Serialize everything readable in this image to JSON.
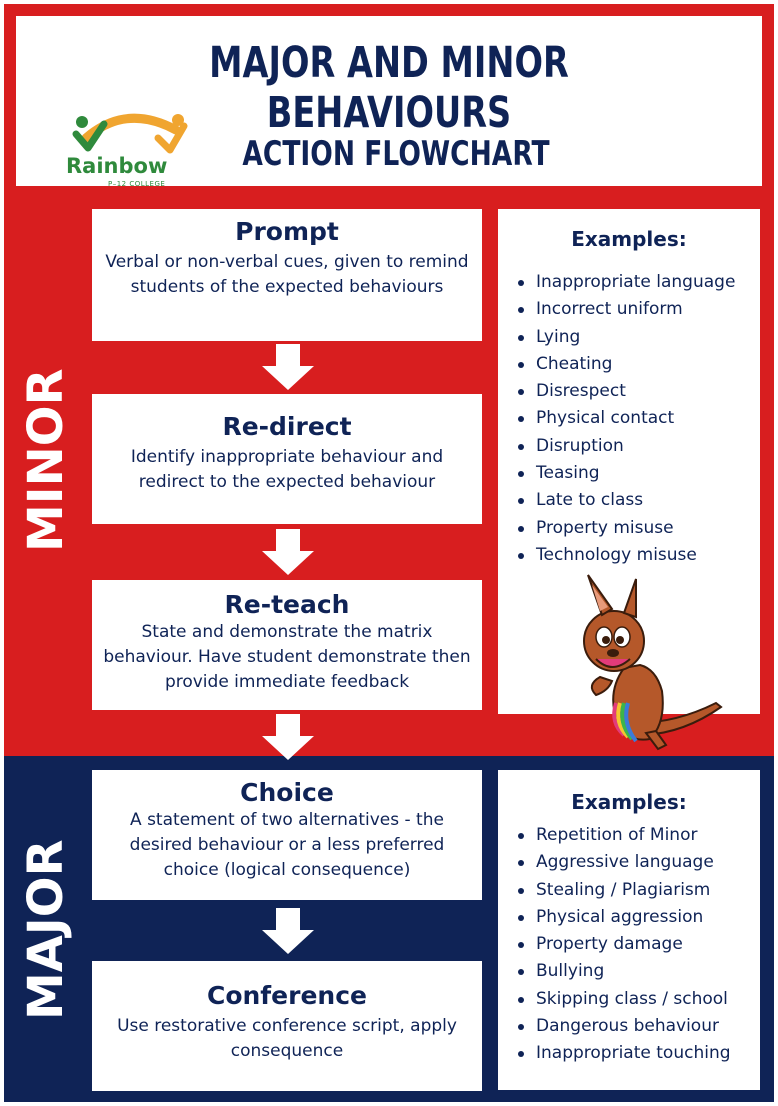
{
  "header": {
    "title": "MAJOR AND MINOR BEHAVIOURS",
    "subtitle": "ACTION FLOWCHART",
    "logo": {
      "name": "Rainbow",
      "sub": "P–12 COLLEGE"
    }
  },
  "colors": {
    "red": "#d81e1f",
    "navy": "#0f2356",
    "logo_green": "#2f8a3c",
    "logo_orange": "#f0a530"
  },
  "minor": {
    "label": "MINOR",
    "steps": [
      {
        "title": "Prompt",
        "description": "Verbal or non-verbal cues, given to remind students of the expected behaviours"
      },
      {
        "title": "Re-direct",
        "description": "Identify inappropriate behaviour and redirect to the expected behaviour"
      },
      {
        "title": "Re-teach",
        "description": "State and demonstrate the matrix behaviour. Have student demonstrate then provide immediate feedback"
      }
    ],
    "examples_heading": "Examples:",
    "examples": [
      "Inappropriate language",
      "Incorrect uniform",
      "Lying",
      "Cheating",
      "Disrespect",
      "Physical contact",
      "Disruption",
      "Teasing",
      "Late to class",
      "Property misuse",
      "Technology misuse"
    ]
  },
  "major": {
    "label": "MAJOR",
    "steps": [
      {
        "title": "Choice",
        "description": "A statement of two alternatives - the desired behaviour or a less preferred choice (logical consequence)"
      },
      {
        "title": "Conference",
        "description": "Use restorative conference script, apply consequence"
      }
    ],
    "examples_heading": "Examples:",
    "examples": [
      "Repetition of Minor",
      "Aggressive language",
      "Stealing / Plagiarism",
      "Physical aggression",
      "Property damage",
      "Bullying",
      "Skipping class / school",
      "Dangerous behaviour",
      "Inappropriate touching"
    ]
  },
  "icons": {
    "arrow": "down-arrow-icon",
    "mascot": "kangaroo-mascot-icon",
    "logo": "rainbow-college-logo-icon"
  }
}
